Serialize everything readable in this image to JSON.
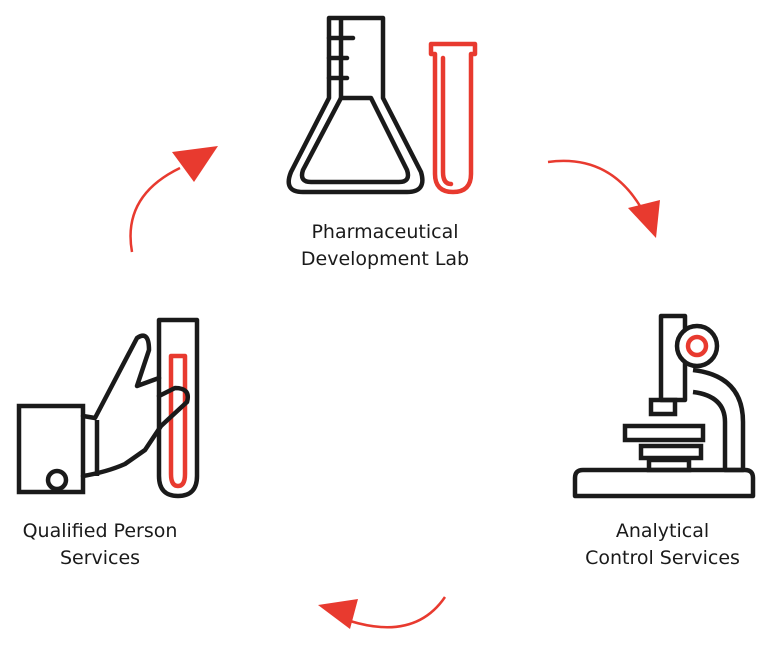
{
  "colors": {
    "ink": "#1a1a1a",
    "accent": "#e83a2f"
  },
  "nodes": {
    "lab": {
      "icon": "flask-and-test-tube-icon",
      "label_line1": "Pharmaceutical",
      "label_line2": "Development Lab"
    },
    "analytical": {
      "icon": "microscope-icon",
      "label_line1": "Analytical",
      "label_line2": "Control Services"
    },
    "qp": {
      "icon": "hand-holding-test-tube-icon",
      "label_line1": "Qualified Person",
      "label_line2": "Services"
    }
  },
  "cycle_arrows": [
    "arrow-icon",
    "arrow-icon",
    "arrow-icon"
  ]
}
